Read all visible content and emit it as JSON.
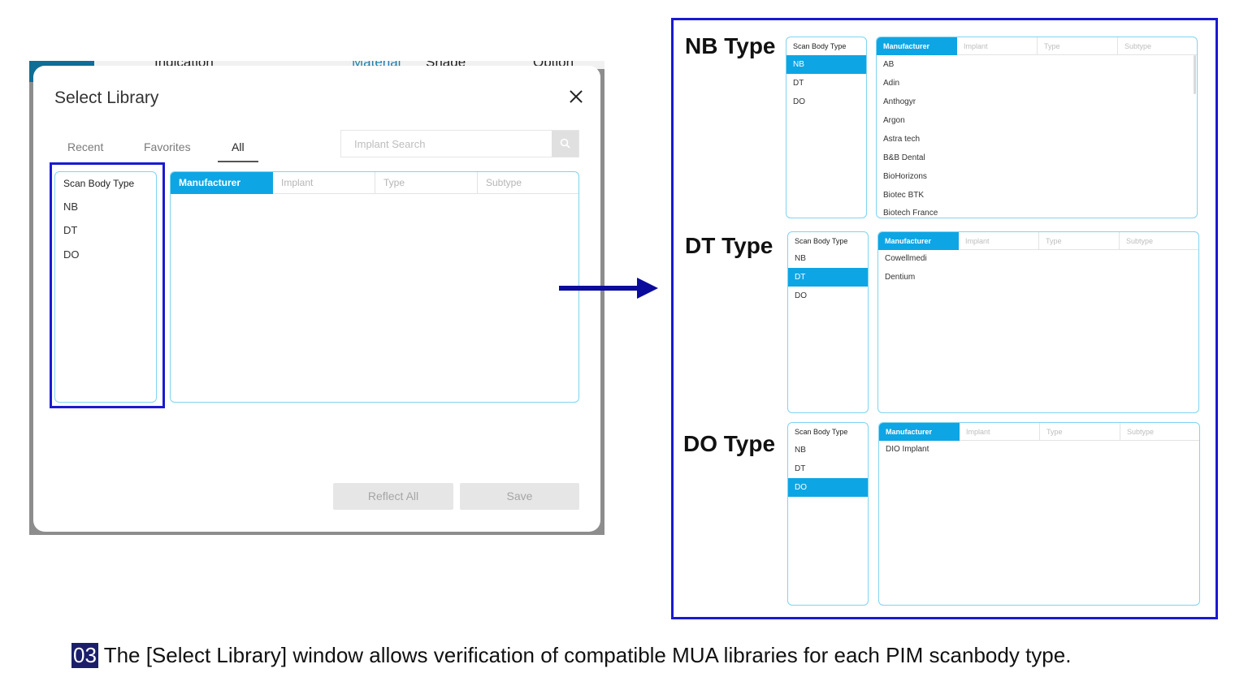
{
  "background_app": {
    "tabs": [
      "Indication",
      "Material",
      "Shade",
      "Option"
    ]
  },
  "dialog": {
    "title": "Select Library",
    "tabs": [
      {
        "label": "Recent",
        "active": false
      },
      {
        "label": "Favorites",
        "active": false
      },
      {
        "label": "All",
        "active": true
      }
    ],
    "search": {
      "placeholder": "Implant Search",
      "value": ""
    },
    "scan_body_type": {
      "header": "Scan Body Type",
      "items": [
        "NB",
        "DT",
        "DO"
      ]
    },
    "grid_columns": [
      "Manufacturer",
      "Implant",
      "Type",
      "Subtype"
    ],
    "buttons": {
      "reflect_all": "Reflect All",
      "save": "Save"
    }
  },
  "panels": [
    {
      "label": "NB Type",
      "selected": "NB",
      "scan_body_header": "Scan Body Type",
      "scan_body_items": [
        "NB",
        "DT",
        "DO"
      ],
      "columns": [
        "Manufacturer",
        "Implant",
        "Type",
        "Subtype"
      ],
      "manufacturers": [
        "AB",
        "Adin",
        "Anthogyr",
        "Argon",
        "Astra tech",
        "B&B Dental",
        "BioHorizons",
        "Biotec BTK",
        "Biotech France"
      ]
    },
    {
      "label": "DT Type",
      "selected": "DT",
      "scan_body_header": "Scan Body Type",
      "scan_body_items": [
        "NB",
        "DT",
        "DO"
      ],
      "columns": [
        "Manufacturer",
        "Implant",
        "Type",
        "Subtype"
      ],
      "manufacturers": [
        "Cowellmedi",
        "Dentium"
      ]
    },
    {
      "label": "DO Type",
      "selected": "DO",
      "scan_body_header": "Scan Body Type",
      "scan_body_items": [
        "NB",
        "DT",
        "DO"
      ],
      "columns": [
        "Manufacturer",
        "Implant",
        "Type",
        "Subtype"
      ],
      "manufacturers": [
        "DIO Implant"
      ]
    }
  ],
  "caption": {
    "number": "03",
    "text": "The [Select Library] window allows verification of compatible MUA libraries for each PIM scanbody type."
  },
  "colors": {
    "accent": "#0ea5e4",
    "highlight": "#1a1ad1",
    "arrow": "#0b0b9c"
  }
}
